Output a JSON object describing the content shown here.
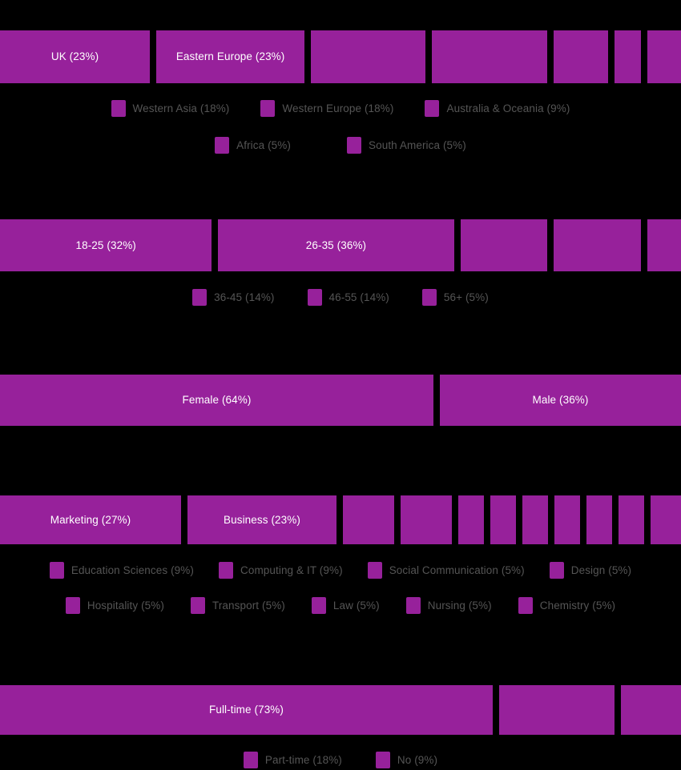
{
  "background_color": "#000000",
  "bar_color": "#97219b",
  "bar_label_color": "#ffffff",
  "legend_label_color": "#555555",
  "chart_data": [
    {
      "id": "region",
      "type": "bar",
      "orientation": "horizontal-stacked",
      "title": "",
      "categories": [
        "UK",
        "Eastern Europe",
        "Western Asia",
        "Western Europe",
        "Australia & Oceania",
        "Africa",
        "South America"
      ],
      "values": [
        23,
        23,
        18,
        18,
        9,
        5,
        5
      ],
      "unit": "%",
      "inbar_labels": [
        "UK (23%)",
        "Eastern Europe (23%)"
      ],
      "legend": [
        {
          "label": "Western Asia (18%)"
        },
        {
          "label": "Western Europe (18%)"
        },
        {
          "label": "Australia & Oceania (9%)"
        },
        {
          "label": "Africa (5%)"
        },
        {
          "label": "South America (5%)"
        }
      ],
      "legend_rows": [
        3,
        2
      ]
    },
    {
      "id": "age",
      "type": "bar",
      "orientation": "horizontal-stacked",
      "title": "",
      "categories": [
        "18-25",
        "26-35",
        "36-45",
        "46-55",
        "56+"
      ],
      "values": [
        32,
        36,
        14,
        14,
        5
      ],
      "unit": "%",
      "inbar_labels": [
        "18-25 (32%)",
        "26-35 (36%)"
      ],
      "legend": [
        {
          "label": "36-45 (14%)"
        },
        {
          "label": "46-55 (14%)"
        },
        {
          "label": "56+ (5%)"
        }
      ],
      "legend_rows": [
        3
      ]
    },
    {
      "id": "gender",
      "type": "bar",
      "orientation": "horizontal-stacked",
      "title": "",
      "categories": [
        "Female",
        "Male"
      ],
      "values": [
        64,
        36
      ],
      "unit": "%",
      "inbar_labels": [
        "Female (64%)",
        "Male (36%)"
      ],
      "legend": [],
      "legend_rows": []
    },
    {
      "id": "field-of-study",
      "type": "bar",
      "orientation": "horizontal-stacked",
      "title": "",
      "categories": [
        "Marketing",
        "Business",
        "Education Sciences",
        "Computing & IT",
        "Social Communication",
        "Design",
        "Hospitality",
        "Transport",
        "Law",
        "Nursing",
        "Chemistry"
      ],
      "values": [
        27,
        23,
        9,
        9,
        5,
        5,
        5,
        5,
        5,
        5,
        5
      ],
      "unit": "%",
      "inbar_labels": [
        "Marketing (27%)",
        "Business (23%)"
      ],
      "legend": [
        {
          "label": "Education Sciences (9%)"
        },
        {
          "label": "Computing & IT (9%)"
        },
        {
          "label": "Social Communication (5%)"
        },
        {
          "label": "Design (5%)"
        },
        {
          "label": "Hospitality (5%)"
        },
        {
          "label": "Transport (5%)"
        },
        {
          "label": "Law (5%)"
        },
        {
          "label": "Nursing (5%)"
        },
        {
          "label": "Chemistry (5%)"
        }
      ],
      "legend_rows": [
        4,
        5
      ]
    },
    {
      "id": "employment",
      "type": "bar",
      "orientation": "horizontal-stacked",
      "title": "",
      "categories": [
        "Full-time",
        "Part-time",
        "No"
      ],
      "values": [
        73,
        18,
        9
      ],
      "unit": "%",
      "inbar_labels": [
        "Full-time (73%)"
      ],
      "legend": [
        {
          "label": "Part-time (18%)"
        },
        {
          "label": "No (9%)"
        }
      ],
      "legend_rows": [
        2
      ]
    }
  ]
}
